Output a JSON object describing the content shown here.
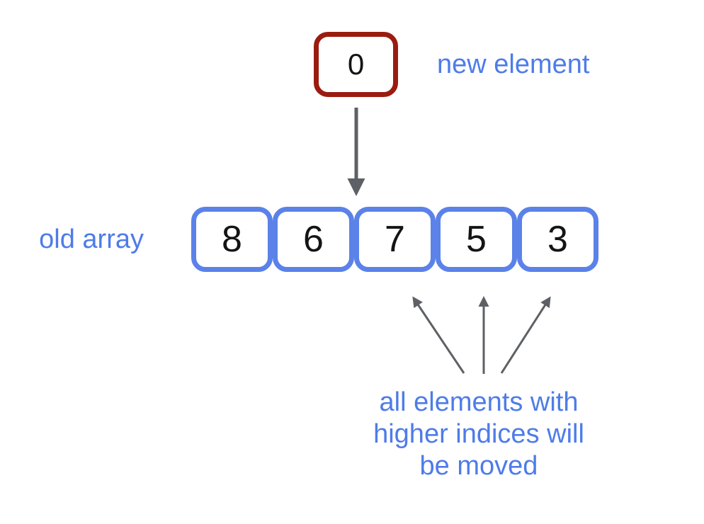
{
  "new_element": {
    "value": "0",
    "label": "new element"
  },
  "old_array": {
    "label": "old array",
    "cells": [
      "8",
      "6",
      "7",
      "5",
      "3"
    ]
  },
  "caption": {
    "lines": [
      "all elements with",
      "higher indices will",
      "be moved"
    ]
  },
  "colors": {
    "accent_red": "#9a1c10",
    "accent_blue": "#5b82e8",
    "text_blue": "#4e7ce8",
    "arrow_gray": "#5d6064",
    "digit_black": "#141414",
    "background": "#ffffff"
  }
}
